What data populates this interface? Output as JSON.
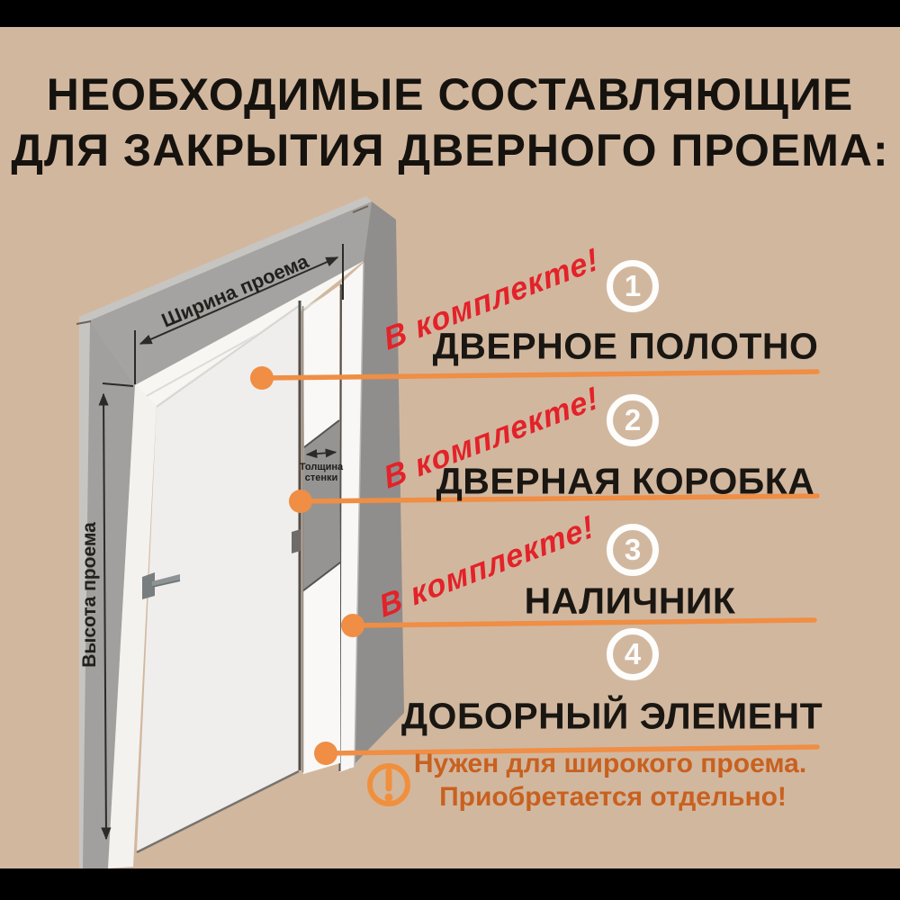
{
  "title": {
    "line1": "НЕОБХОДИМЫЕ СОСТАВЛЯЮЩИЕ",
    "line2": "ДЛЯ ЗАКРЫТИЯ ДВЕРНОГО ПРОЕМА:"
  },
  "diagram": {
    "width_label": "Ширина проема",
    "height_label": "Высота проема",
    "thickness_label_line1": "Толщина",
    "thickness_label_line2": "стенки"
  },
  "items": [
    {
      "number": "1",
      "label": "ДВЕРНОЕ ПОЛОТНО",
      "note": "В комплекте!"
    },
    {
      "number": "2",
      "label": "ДВЕРНАЯ КОРОБКА",
      "note": "В комплекте!"
    },
    {
      "number": "3",
      "label": "НАЛИЧНИК",
      "note": "В комплекте!"
    },
    {
      "number": "4",
      "label": "ДОБОРНЫЙ ЭЛЕМЕНТ",
      "note": ""
    }
  ],
  "footnote": {
    "line1": "Нужен для широкого проема.",
    "line2": "Приобретается отдельно!"
  },
  "colors": {
    "background": "#d2b79f",
    "letterbox": "#000000",
    "accent_orange": "#ef8e44",
    "footnote_orange": "#c8611f",
    "script_red": "#e32229",
    "heading_black": "#16130f",
    "wall_gray": "#a5a3a1",
    "wall_gray_dark": "#908e8c",
    "door_white": "#efeeec"
  }
}
